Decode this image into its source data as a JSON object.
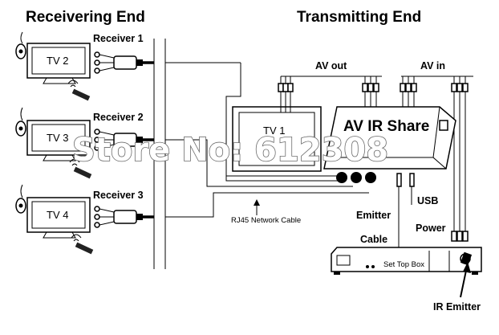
{
  "headings": {
    "receiving": "Receivering End",
    "transmitting": "Transmitting End"
  },
  "receivers": [
    {
      "label": "Receiver 1",
      "tv": "TV  2"
    },
    {
      "label": "Receiver 2",
      "tv": "TV  3"
    },
    {
      "label": "Receiver 3",
      "tv": "TV  4"
    }
  ],
  "main_tv": "TV  1",
  "av_out": "AV out",
  "av_in": "AV in",
  "device": "AV IR Share",
  "cable_label": "RJ45 Network Cable",
  "emitter_cable_line1": "Emitter",
  "emitter_cable_line2": "Cable",
  "usb_line1": "USB",
  "usb_line2": "Power",
  "set_top_box": "Set Top Box",
  "ir_emitter": "IR Emitter",
  "watermark": "Store No: 612308"
}
